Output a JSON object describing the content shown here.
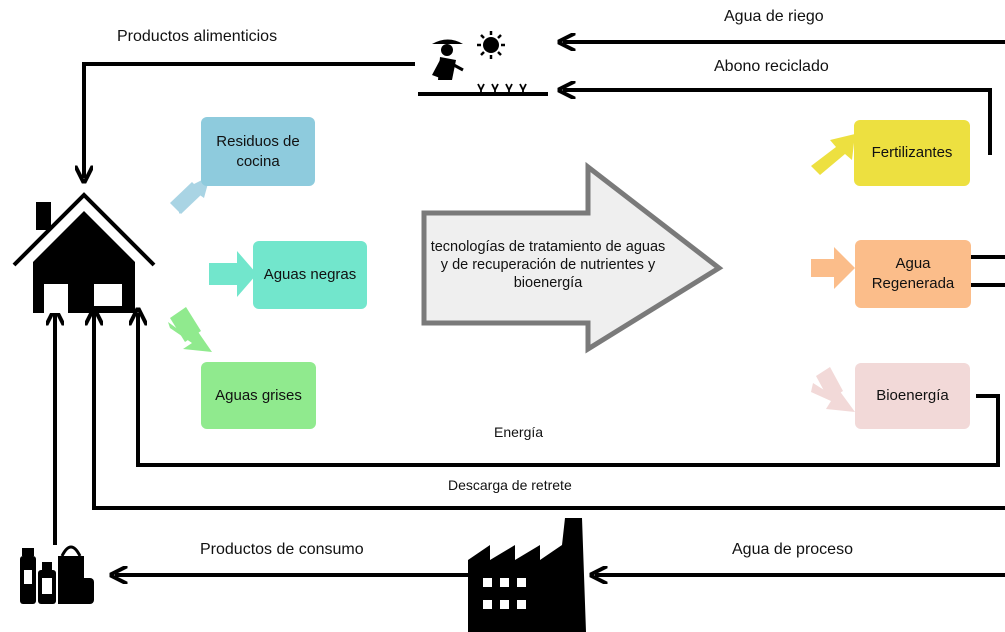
{
  "labels": {
    "agua_riego": "Agua de riego",
    "productos_alimenticios": "Productos alimenticios",
    "abono_reciclado": "Abono reciclado",
    "energia": "Energía",
    "descarga_retrete": "Descarga de retrete",
    "productos_consumo": "Productos de consumo",
    "agua_proceso": "Agua de proceso"
  },
  "inputs": {
    "residuos": {
      "text": "Residuos de cocina",
      "color": "#8ecbdd"
    },
    "negras": {
      "text": "Aguas negras",
      "color": "#72e6cc"
    },
    "grises": {
      "text": "Aguas grises",
      "color": "#90ea8e"
    }
  },
  "outputs": {
    "fertilizantes": {
      "text": "Fertilizantes",
      "color": "#ede040"
    },
    "agua_regenerada": {
      "text": "Agua Regenerada",
      "color": "#fbbd8a"
    },
    "bioenergia": {
      "text": "Bioenergía",
      "color": "#f2d9d8"
    }
  },
  "center_arrow": {
    "text": "tecnologías de tratamiento de aguas y de recuperación de nutrientes y bioenergía",
    "fill": "#efefef",
    "stroke": "#7a7a7a"
  },
  "icons": [
    "house-icon",
    "farmer-icon",
    "sun-icon",
    "factory-icon",
    "bottles-icon"
  ]
}
